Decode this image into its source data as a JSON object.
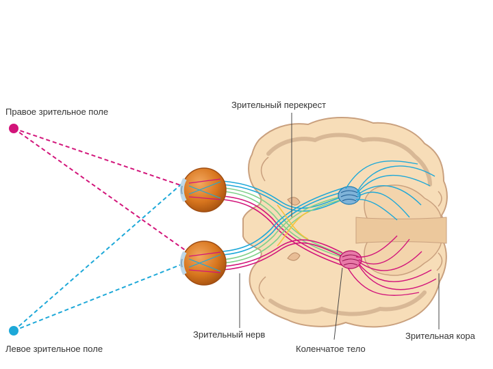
{
  "labels": {
    "right_field": "Правое зрительное поле",
    "left_field": "Левое зрительное поле",
    "chiasm": "Зрительный перекрест",
    "optic_nerve": "Зрительный нерв",
    "geniculate": "Коленчатое тело",
    "visual_cortex": "Зрительная кора"
  },
  "colors": {
    "right_field": "#d2147a",
    "left_field": "#1da8d8",
    "brain_fill": "#f7ddb8",
    "brain_outline": "#c9a07e",
    "eye": "#d8761e",
    "green_fiber": "#7fd08a"
  }
}
